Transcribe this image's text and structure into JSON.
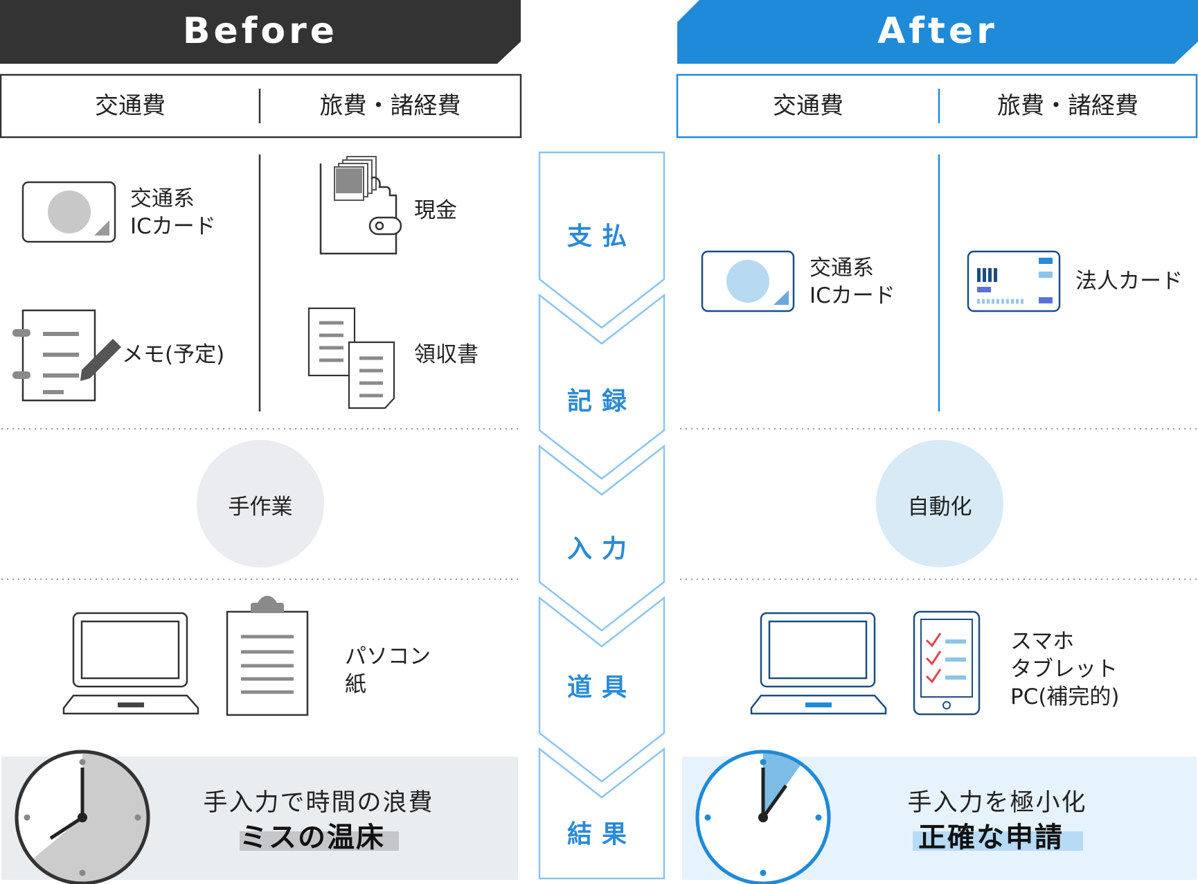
{
  "before": {
    "title": "Before",
    "categories": [
      "交通費",
      "旅費・諸経費"
    ],
    "left_items": [
      {
        "icon": "transit-ic-card-icon",
        "label": "交通系\nICカード"
      },
      {
        "icon": "memo-icon",
        "label": "メモ(予定)"
      }
    ],
    "right_items": [
      {
        "icon": "wallet-cash-icon",
        "label": "現金"
      },
      {
        "icon": "receipt-icon",
        "label": "領収書"
      }
    ],
    "process": "手作業",
    "tools_label": "パソコン\n紙",
    "result_line1": "手入力で時間の浪費",
    "result_line2": "ミスの温床"
  },
  "after": {
    "title": "After",
    "categories": [
      "交通費",
      "旅費・諸経費"
    ],
    "left_items": [
      {
        "icon": "transit-ic-card-icon",
        "label": "交通系\nICカード"
      }
    ],
    "right_items": [
      {
        "icon": "corporate-card-icon",
        "label": "法人カード"
      }
    ],
    "process": "自動化",
    "tools_label": "スマホ\nタブレット\nPC(補完的)",
    "result_line1": "手入力を極小化",
    "result_line2": "正確な申請"
  },
  "steps": [
    "支払",
    "記録",
    "入力",
    "道具",
    "結果"
  ],
  "colors": {
    "before_dark": "#333333",
    "after_blue": "#1f8ad8",
    "step_text": "#2a8ad6",
    "before_bg": "#eaedf0",
    "after_bg": "#e6f3fc"
  }
}
